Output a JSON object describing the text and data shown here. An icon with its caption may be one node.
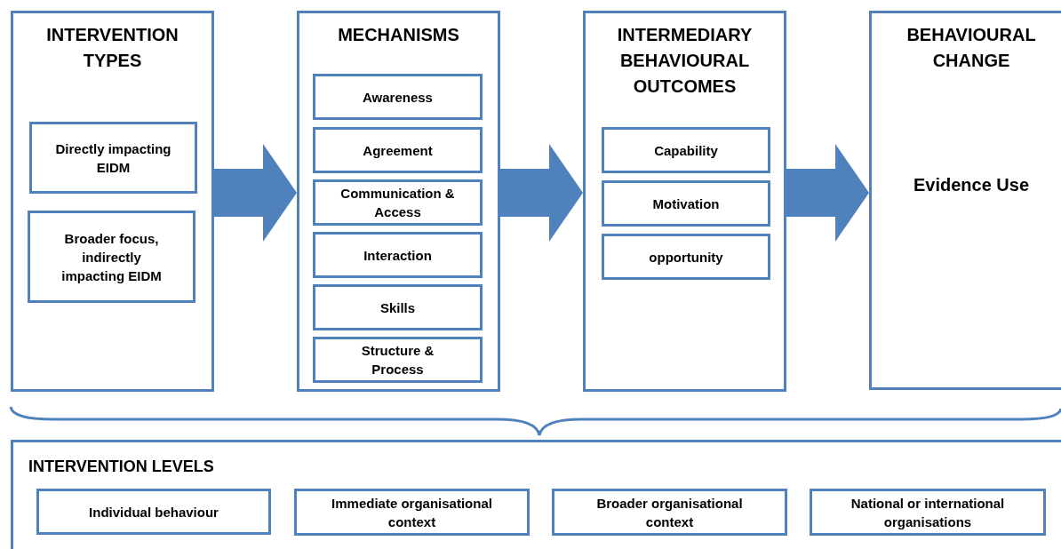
{
  "diagram": {
    "nodes": [
      {
        "text": [
          "INTERVENTION TYPES"
        ]
      },
      {
        "text": [
          "Directly impacting EIDM"
        ],
        "in": 0
      },
      {
        "text": [
          "Broader focus, indirectly impacting EIDM"
        ],
        "in": 0
      },
      {
        "text": [
          "MECHANISMS"
        ]
      },
      {
        "text": [
          "Awareness"
        ],
        "in": 3
      },
      {
        "text": [
          "Agreement"
        ],
        "in": 3
      },
      {
        "text": [
          "Communication & Access"
        ],
        "in": 3
      },
      {
        "text": [
          "Interaction"
        ],
        "in": 3
      },
      {
        "text": [
          "Skills"
        ],
        "in": 3
      },
      {
        "text": [
          "Structure & Process"
        ],
        "in": 3
      },
      {
        "text": [
          "INTERMEDIARY BEHAVIOURAL OUTCOMES"
        ]
      },
      {
        "text": [
          "Capability"
        ],
        "in": 10
      },
      {
        "text": [
          "Motivation"
        ],
        "in": 10
      },
      {
        "text": [
          "opportunity"
        ],
        "in": 10
      },
      {
        "text": [
          "BEHAVIOURAL CHANGE",
          "Evidence Use"
        ]
      },
      {
        "text": [
          "INTERVENTION LEVELS"
        ]
      },
      {
        "text": [
          "Individual behaviour"
        ],
        "in": 15
      },
      {
        "text": [
          "Immediate organisational context"
        ],
        "in": 15
      },
      {
        "text": [
          "Broader organisational context"
        ],
        "in": 15
      },
      {
        "text": [
          "National or international organisations"
        ],
        "in": 15
      }
    ],
    "edges": [
      {
        "from": 0,
        "to": 3,
        "arrow": "to",
        "style": "thick"
      },
      {
        "from": 3,
        "to": 10,
        "arrow": "to",
        "style": "thick"
      },
      {
        "from": 10,
        "to": 14,
        "arrow": "to",
        "style": "thick"
      }
    ]
  }
}
